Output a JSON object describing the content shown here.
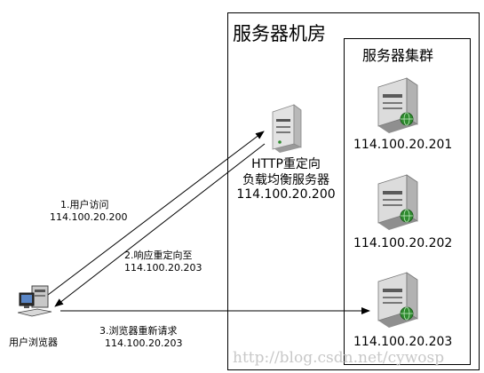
{
  "room": {
    "title": "服务器机房"
  },
  "cluster": {
    "title": "服务器集群"
  },
  "lb": {
    "line1": "HTTP重定向",
    "line2": "负载均衡服务器",
    "ip": "114.100.20.200"
  },
  "servers": [
    {
      "ip": "114.100.20.201"
    },
    {
      "ip": "114.100.20.202"
    },
    {
      "ip": "114.100.20.203"
    }
  ],
  "client": {
    "label": "用户浏览器"
  },
  "steps": [
    {
      "label": "1.用户访问",
      "ip": "114.100.20.200"
    },
    {
      "label": "2.响应重定向至",
      "ip": "114.100.20.203"
    },
    {
      "label": "3.浏览器重新请求",
      "ip": "114.100.20.203"
    }
  ],
  "watermark": "http://blog.csdn.net/cywosp",
  "colors": {
    "line": "#000000",
    "server_body": "#dcdcdc",
    "globe": "#2e8b2e"
  }
}
